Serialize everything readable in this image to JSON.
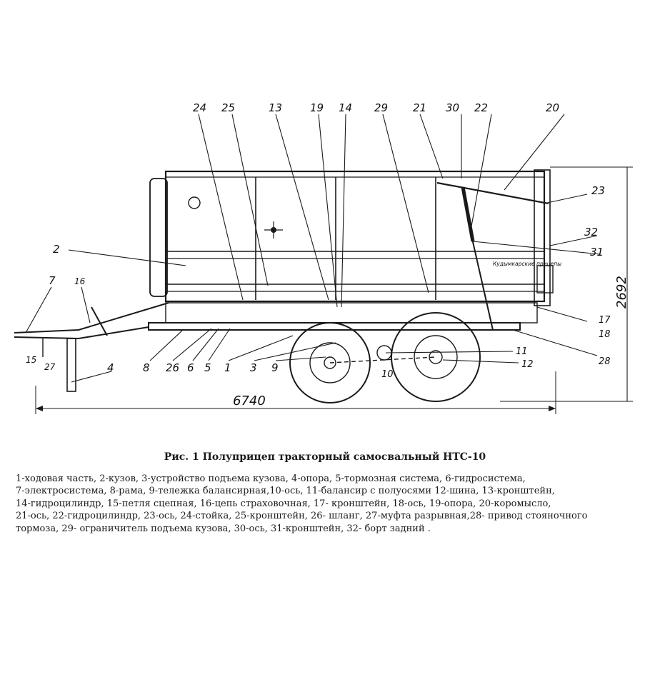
{
  "figure": {
    "caption": "Рис. 1 Полуприцеп тракторный самосвальный НТС-10",
    "dimensions": {
      "length": "6740",
      "height": "2692"
    },
    "callouts": [
      "24",
      "25",
      "13",
      "19",
      "14",
      "29",
      "21",
      "30",
      "22",
      "20",
      "23",
      "32",
      "31",
      "2",
      "7",
      "16",
      "15",
      "27",
      "4",
      "8",
      "26",
      "6",
      "5",
      "1",
      "3",
      "9",
      "10",
      "11",
      "12",
      "17",
      "18",
      "28"
    ],
    "body_sign": "Кудымкарские прицепы",
    "legend_lines": [
      "1-ходовая часть, 2-кузов, 3-устройство подъема кузова, 4-опора, 5-тормозная система, 6-гидросистема,",
      "7-электросистема, 8-рама, 9-тележка балансирная,10-ось, 11-балансир с полуосями 12-шина, 13-кронштейн,",
      "14-гидроцилиндр, 15-петля сцепная, 16-цепь страховочная, 17- кронштейн, 18-ось,   19-опора, 20-коромысло,",
      "21-ось, 22-гидроцилиндр, 23-ось, 24-стойка, 25-кронштейн, 26- шланг, 27-муфта разрывная,28- привод стояночного",
      "тормоза, 29- ограничитель подъема кузова, 30-ось, 31-кронштейн, 32- борт задний ."
    ]
  }
}
